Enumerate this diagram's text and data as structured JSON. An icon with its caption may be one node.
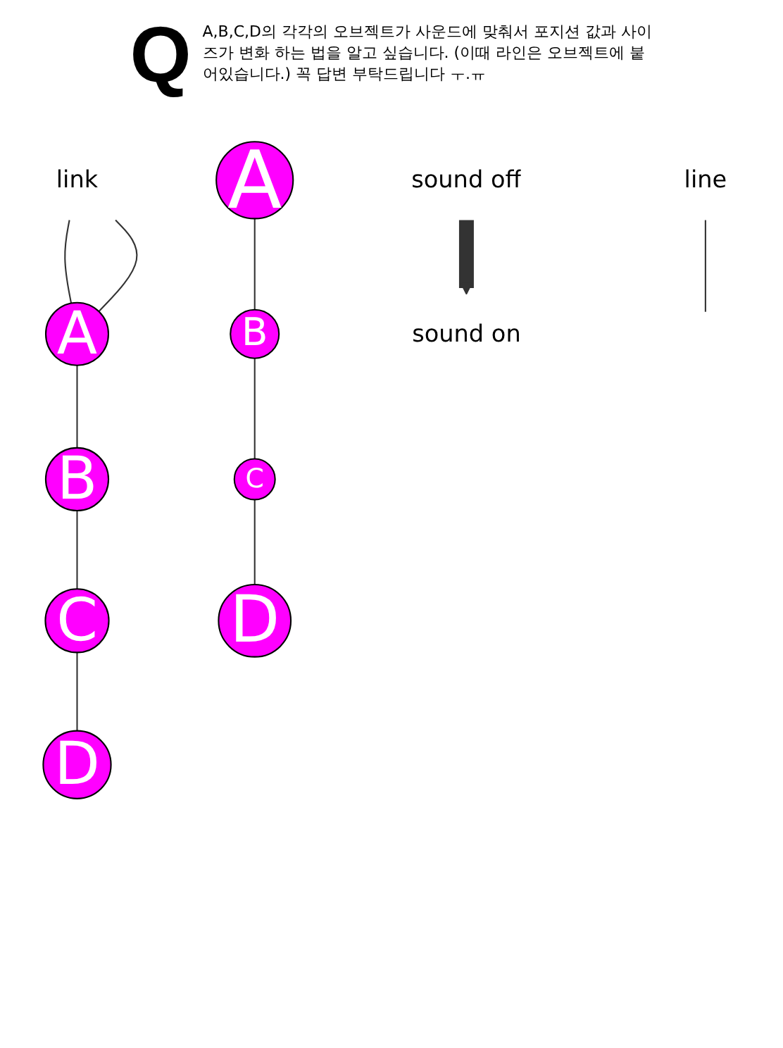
{
  "diagram": {
    "nodes": [
      {
        "text": [
          "A"
        ]
      },
      {
        "text": [
          "B"
        ]
      },
      {
        "text": [
          "C"
        ]
      },
      {
        "text": [
          "D"
        ]
      },
      {
        "text": [
          "link"
        ]
      },
      {
        "text": [
          "line"
        ]
      },
      {
        "text": [
          "sound off"
        ]
      },
      {
        "text": [
          "A"
        ]
      },
      {
        "text": [
          "B"
        ]
      },
      {
        "text": [
          "C"
        ]
      },
      {
        "text": [
          "D"
        ]
      },
      {
        "text": [
          "sound on"
        ]
      }
    ],
    "edges": [
      {
        "from": 0,
        "to": 1,
        "arrow": "none"
      },
      {
        "from": 1,
        "to": 2,
        "arrow": "none"
      },
      {
        "from": 2,
        "to": 3,
        "arrow": "none"
      },
      {
        "from": 4,
        "to": 0,
        "arrow": "none"
      },
      {
        "from": 4,
        "to": 0,
        "arrow": "none"
      },
      {
        "from": 5,
        "to": null,
        "arrow": "none"
      },
      {
        "from": 6,
        "to": 11,
        "arrow": "to",
        "style": "thick"
      },
      {
        "from": 7,
        "to": 8,
        "arrow": "none"
      },
      {
        "from": 8,
        "to": 9,
        "arrow": "none"
      },
      {
        "from": 9,
        "to": 10,
        "arrow": "none"
      }
    ],
    "labels": [
      "Q",
      "A,B,C,D의 각각의 오브젝트가 사운드에 맞춰서 포지션 값과 사이즈가 변화 하는 법을 알고 싶습니다. (이때 라인은 오브젝트에 붙어있습니다.) 꼭 답변 부탁드립니다 ㅜ.ㅠ"
    ]
  }
}
